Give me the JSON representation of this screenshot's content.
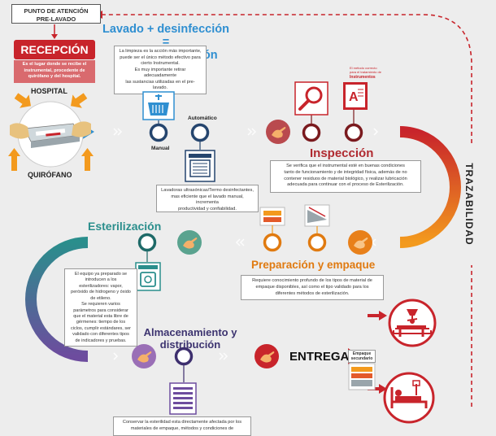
{
  "punto": {
    "line1": "PUNTO DE ATENCIÓN",
    "line2": "PRE-LAVADO"
  },
  "recepcion": {
    "title": "RECEPCIÓN",
    "desc1": "Es el lugar donde se recibe el",
    "desc2": "instrumental, procedente de",
    "desc3": "quirófano y del hospital."
  },
  "hospital_label": "HOSPITAL",
  "quirofano_label": "QUIRÓFANO",
  "lavado": {
    "title1": "Lavado + desinfección =",
    "title2": "descontaminación",
    "info": [
      "La limpieza es la acción más importante,",
      "puede ser el único método efectivo para",
      "cierto Instrumental.",
      "Es muy importante retirar adecuadamente",
      "las sustancias utilizadas en el pre-lavado."
    ],
    "manual_label": "Manual",
    "auto_label": "Automático",
    "machine_info": [
      "Lavadoras ultrasónicas/Termo desinfectantes,",
      "mas eficiente que el lavado manual, incrementa",
      "productividad y confiabilidad."
    ]
  },
  "metodo": {
    "line1": "El método correcto",
    "line2": "para el tratamiento de",
    "line3": "Instrumentos"
  },
  "inspeccion": {
    "title": "Inspección",
    "info": [
      "Se verifica que el instrumental esté en buenas condiciones",
      "tanto de funcionamiento y de integridad física, además de no",
      "contener residuos de material biológico, y realizar lubricación",
      "adecuada para continuar con el proceso de Esterilización."
    ]
  },
  "preparacion": {
    "title": "Preparación y empaque",
    "info": [
      "Requiere conocimiento profundo de los tipos de material de",
      "empaque disponibles, así como el tipo validado para los",
      "diferentes métodos de esterilización."
    ]
  },
  "esterilizacion": {
    "title": "Esterilización",
    "info": [
      "El equipo ya preparado se",
      "introducen a los",
      "esterilizadores: vapor,",
      "peróxido de hidrogeno y óxido",
      "de etileno.",
      "Se requieren varios",
      "parámetros para considerar",
      "que el material esta libre de",
      "gérmenes: tiempo de los",
      "ciclos, cumplir estándares, ser",
      "validado con diferentes tipos",
      "de indicadores y pruebas."
    ]
  },
  "almacenamiento": {
    "title1": "Almacenamiento y",
    "title2": "distribución",
    "info": [
      "Conservar la esterilidad esta directamente afectada por los",
      "materiales de empaque, métodos  y condiciones de"
    ]
  },
  "entrega": {
    "title": "ENTREGA",
    "empaque1": "Empaque",
    "empaque2": "secundario"
  },
  "trazabilidad": "TRAZABILIDAD",
  "colors": {
    "red": "#c8242b",
    "blue": "#2f8fd1",
    "orange": "#f39a1e",
    "teal": "#2a8e8c",
    "purple": "#6d4c9e",
    "navy": "#25456e"
  }
}
